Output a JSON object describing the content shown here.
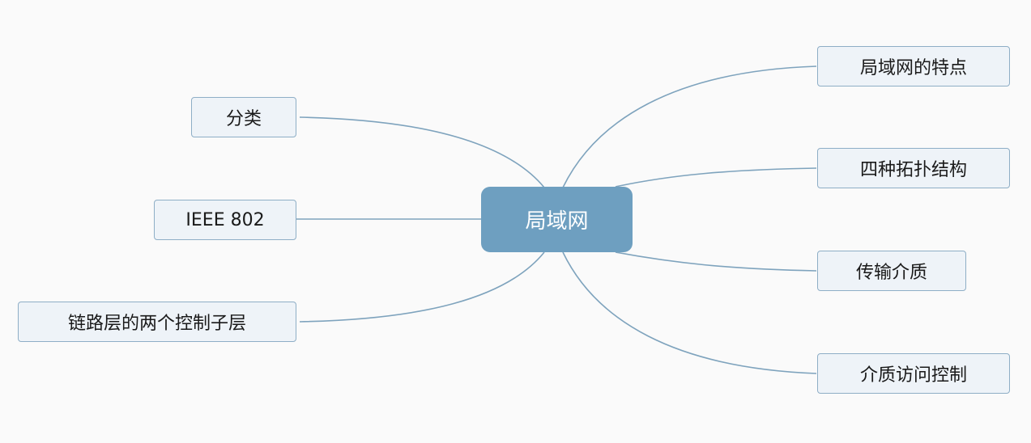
{
  "center": {
    "label": "局域网"
  },
  "left_nodes": [
    {
      "label": "分类"
    },
    {
      "label": "IEEE 802"
    },
    {
      "label": "链路层的两个控制子层"
    }
  ],
  "right_nodes": [
    {
      "label": "局域网的特点"
    },
    {
      "label": "四种拓扑结构"
    },
    {
      "label": "传输介质"
    },
    {
      "label": "介质访问控制"
    }
  ],
  "colors": {
    "center_fill": "#6e9fc0",
    "node_fill": "#eef3f8",
    "node_border": "#8eaec6",
    "link": "#7ea3bd"
  }
}
